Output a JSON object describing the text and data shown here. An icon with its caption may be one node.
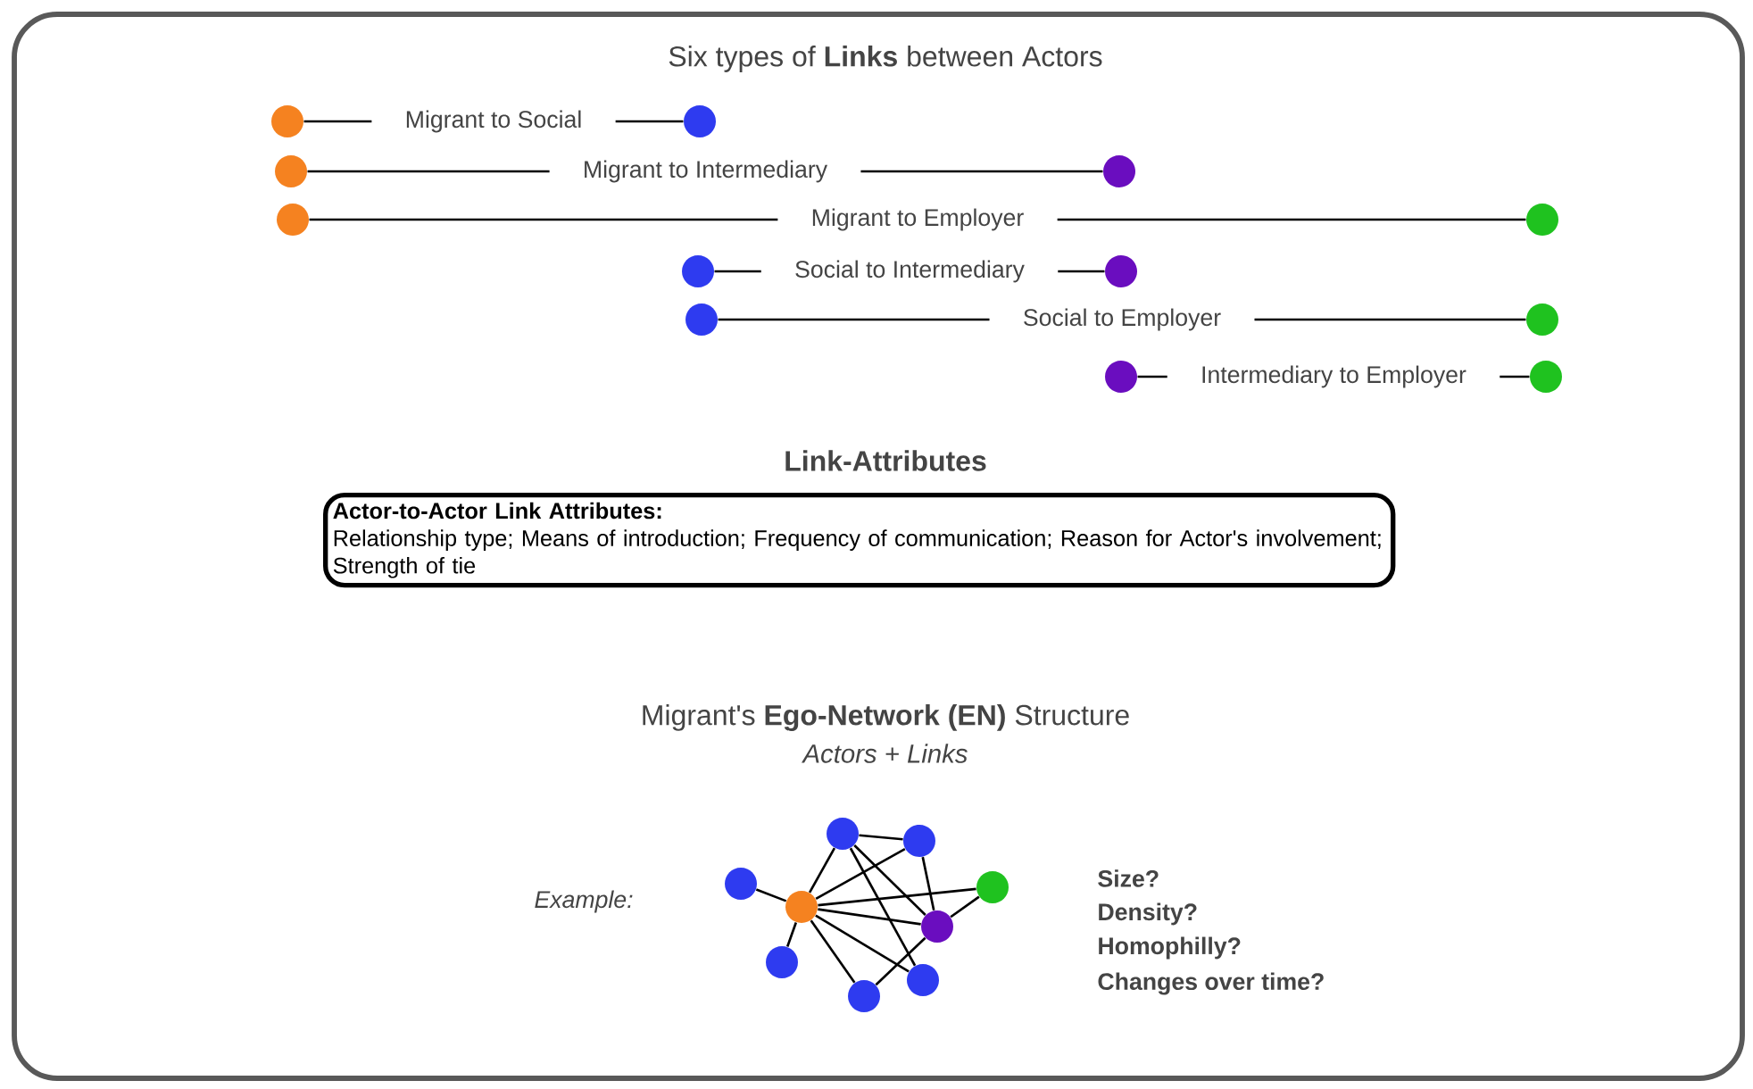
{
  "diagram": {
    "title": "Six types of **Links** between Actors",
    "nodes": [
      {
        "text": [],
        "shape": "circle"
      },
      {
        "text": [],
        "shape": "circle"
      },
      {
        "text": [],
        "shape": "circle"
      },
      {
        "text": [],
        "shape": "circle"
      },
      {
        "text": [],
        "shape": "circle"
      },
      {
        "text": [],
        "shape": "circle"
      },
      {
        "text": [],
        "shape": "circle"
      },
      {
        "text": [],
        "shape": "circle"
      },
      {
        "text": [],
        "shape": "circle"
      },
      {
        "text": [],
        "shape": "circle"
      },
      {
        "text": [],
        "shape": "circle"
      },
      {
        "text": [],
        "shape": "circle"
      },
      {
        "text": [
          "Actor-to-Actor Link Attributes:",
          "Relationship type; Means of introduction; Frequency of communication; Reason for Actor's involvement; Strength of tie"
        ]
      },
      {
        "text": [],
        "shape": "circle"
      },
      {
        "text": [],
        "shape": "circle"
      },
      {
        "text": [],
        "shape": "circle"
      },
      {
        "text": [],
        "shape": "circle"
      },
      {
        "text": [],
        "shape": "circle"
      },
      {
        "text": [],
        "shape": "circle"
      },
      {
        "text": [],
        "shape": "circle"
      },
      {
        "text": [],
        "shape": "circle"
      },
      {
        "text": [],
        "shape": "circle"
      }
    ],
    "edges": [
      {
        "from": 0,
        "to": 1,
        "arrow": "none",
        "label": "Migrant to Social"
      },
      {
        "from": 2,
        "to": 3,
        "arrow": "none",
        "label": "Migrant to Intermediary"
      },
      {
        "from": 4,
        "to": 5,
        "arrow": "none",
        "label": "Migrant to Employer"
      },
      {
        "from": 6,
        "to": 7,
        "arrow": "none",
        "label": "Social to Intermediary"
      },
      {
        "from": 8,
        "to": 9,
        "arrow": "none",
        "label": "Social to Employer"
      },
      {
        "from": 10,
        "to": 11,
        "arrow": "none",
        "label": "Intermediary to Employer"
      },
      {
        "from": 13,
        "to": 14,
        "arrow": "none"
      },
      {
        "from": 13,
        "to": 16,
        "arrow": "none"
      },
      {
        "from": 13,
        "to": 21,
        "arrow": "none"
      },
      {
        "from": 13,
        "to": 18,
        "arrow": "none"
      },
      {
        "from": 14,
        "to": 16,
        "arrow": "none"
      },
      {
        "from": 14,
        "to": 18,
        "arrow": "none"
      },
      {
        "from": 15,
        "to": 16,
        "arrow": "none"
      },
      {
        "from": 16,
        "to": 17,
        "arrow": "none"
      },
      {
        "from": 16,
        "to": 18,
        "arrow": "none"
      },
      {
        "from": 16,
        "to": 19,
        "arrow": "none"
      },
      {
        "from": 16,
        "to": 21,
        "arrow": "none"
      },
      {
        "from": 16,
        "to": 20,
        "arrow": "none"
      },
      {
        "from": 18,
        "to": 17,
        "arrow": "none"
      },
      {
        "from": 18,
        "to": 20,
        "arrow": "none"
      }
    ],
    "labels": [
      "Link-Attributes",
      "Migrant's **Ego-Network (EN)** Structure",
      "Actors + Links",
      "Example:",
      "Size?",
      "Density?",
      "Homophilly?",
      "Changes over time?"
    ]
  }
}
